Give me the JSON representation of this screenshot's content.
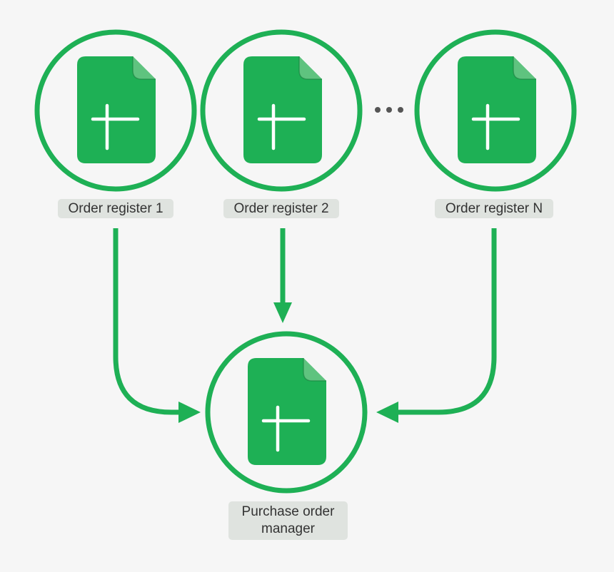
{
  "nodes": {
    "register_1": {
      "label": "Order register 1",
      "icon": "spreadsheet-document-icon"
    },
    "register_2": {
      "label": "Order register 2",
      "icon": "spreadsheet-document-icon"
    },
    "register_n": {
      "label": "Order register N",
      "icon": "spreadsheet-document-icon"
    },
    "manager": {
      "label": "Purchase order manager",
      "icon": "spreadsheet-document-icon"
    }
  },
  "ellipsis_icon": "more-horizontal-icon",
  "edges": [
    {
      "from": "register_1",
      "to": "manager"
    },
    {
      "from": "register_2",
      "to": "manager"
    },
    {
      "from": "register_n",
      "to": "manager"
    }
  ],
  "colors": {
    "green": "#1eb055",
    "green_fold": "#5fc37f",
    "label_bg": "#dfe3df",
    "label_text": "#333333",
    "ellipsis": "#555555",
    "background": "#f6f6f6"
  }
}
